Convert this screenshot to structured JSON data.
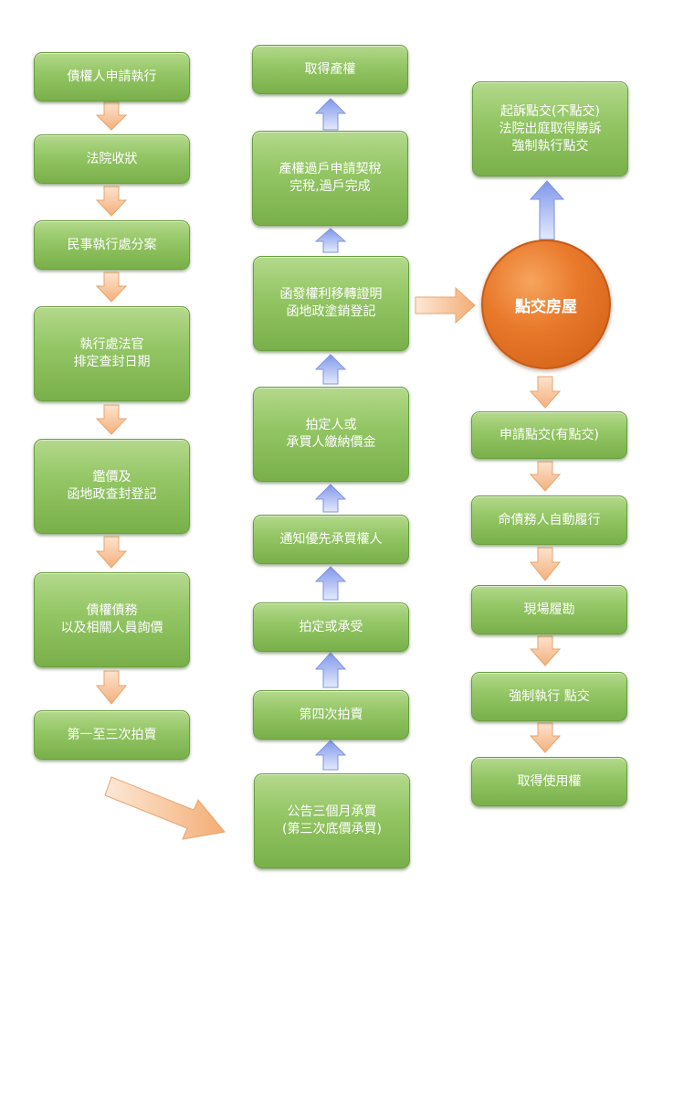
{
  "left": {
    "step1": "債權人申請執行",
    "step2": "法院收狀",
    "step3": "民事執行處分案",
    "step4": "執行處法官\n排定查封日期",
    "step5": "鑑價及\n函地政查封登記",
    "step6": "債權債務\n以及相關人員詢價",
    "step7": "第一至三次拍賣"
  },
  "middle": {
    "step1": "公告三個月承買\n(第三次底價承買)",
    "step2": "第四次拍賣",
    "step3": "拍定或承受",
    "step4": "通知優先承買權人",
    "step5": "拍定人或\n承買人繳納價金",
    "step6": "函發權利移轉證明\n函地政塗銷登記",
    "step7": "產權過戶申請契稅\n完稅,過戶完成",
    "step8": "取得產權"
  },
  "right": {
    "no_handover": "起訴點交(不點交)\n法院出庭取得勝訴\n強制執行點交",
    "center": "點交房屋",
    "step1": "申請點交(有點交)",
    "step2": "命債務人自動履行",
    "step3": "現場履勘",
    "step4": "強制執行  點交",
    "step5": "取得使用權"
  },
  "colors": {
    "box_green": "#8fc25e",
    "circle_orange": "#e8782a",
    "arrow_orange": "#f7c29a",
    "arrow_blue": "#9aaef0"
  }
}
